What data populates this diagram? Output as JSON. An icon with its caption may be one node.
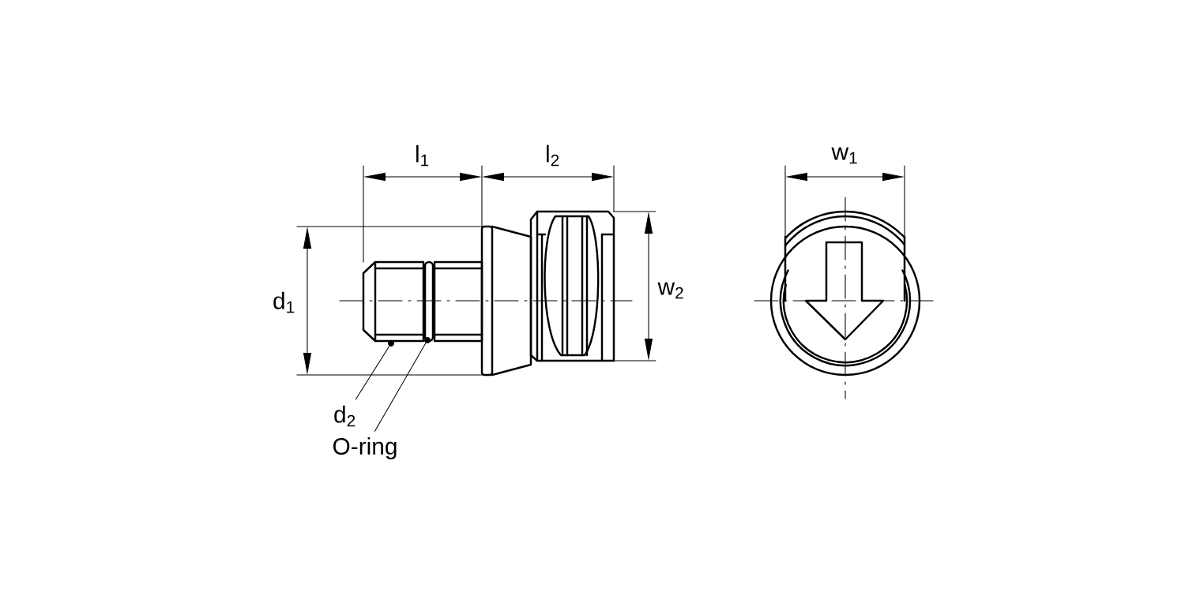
{
  "diagram": {
    "nodes": [
      {
        "text": [
          "d$_{2}$"
        ]
      },
      {
        "text": [
          "O-ring"
        ]
      },
      {
        "text": [],
        "shape": "circle"
      },
      {
        "text": [],
        "shape": "circle"
      }
    ],
    "edges": [
      {
        "from": 0,
        "to": 2,
        "arrow": "none"
      },
      {
        "from": 1,
        "to": 3,
        "arrow": "none"
      }
    ],
    "labels": [
      "l$_{1}$",
      "l$_{2}$",
      "w$_{1}$",
      "d$_{1}$",
      "w$_{2}$"
    ]
  }
}
